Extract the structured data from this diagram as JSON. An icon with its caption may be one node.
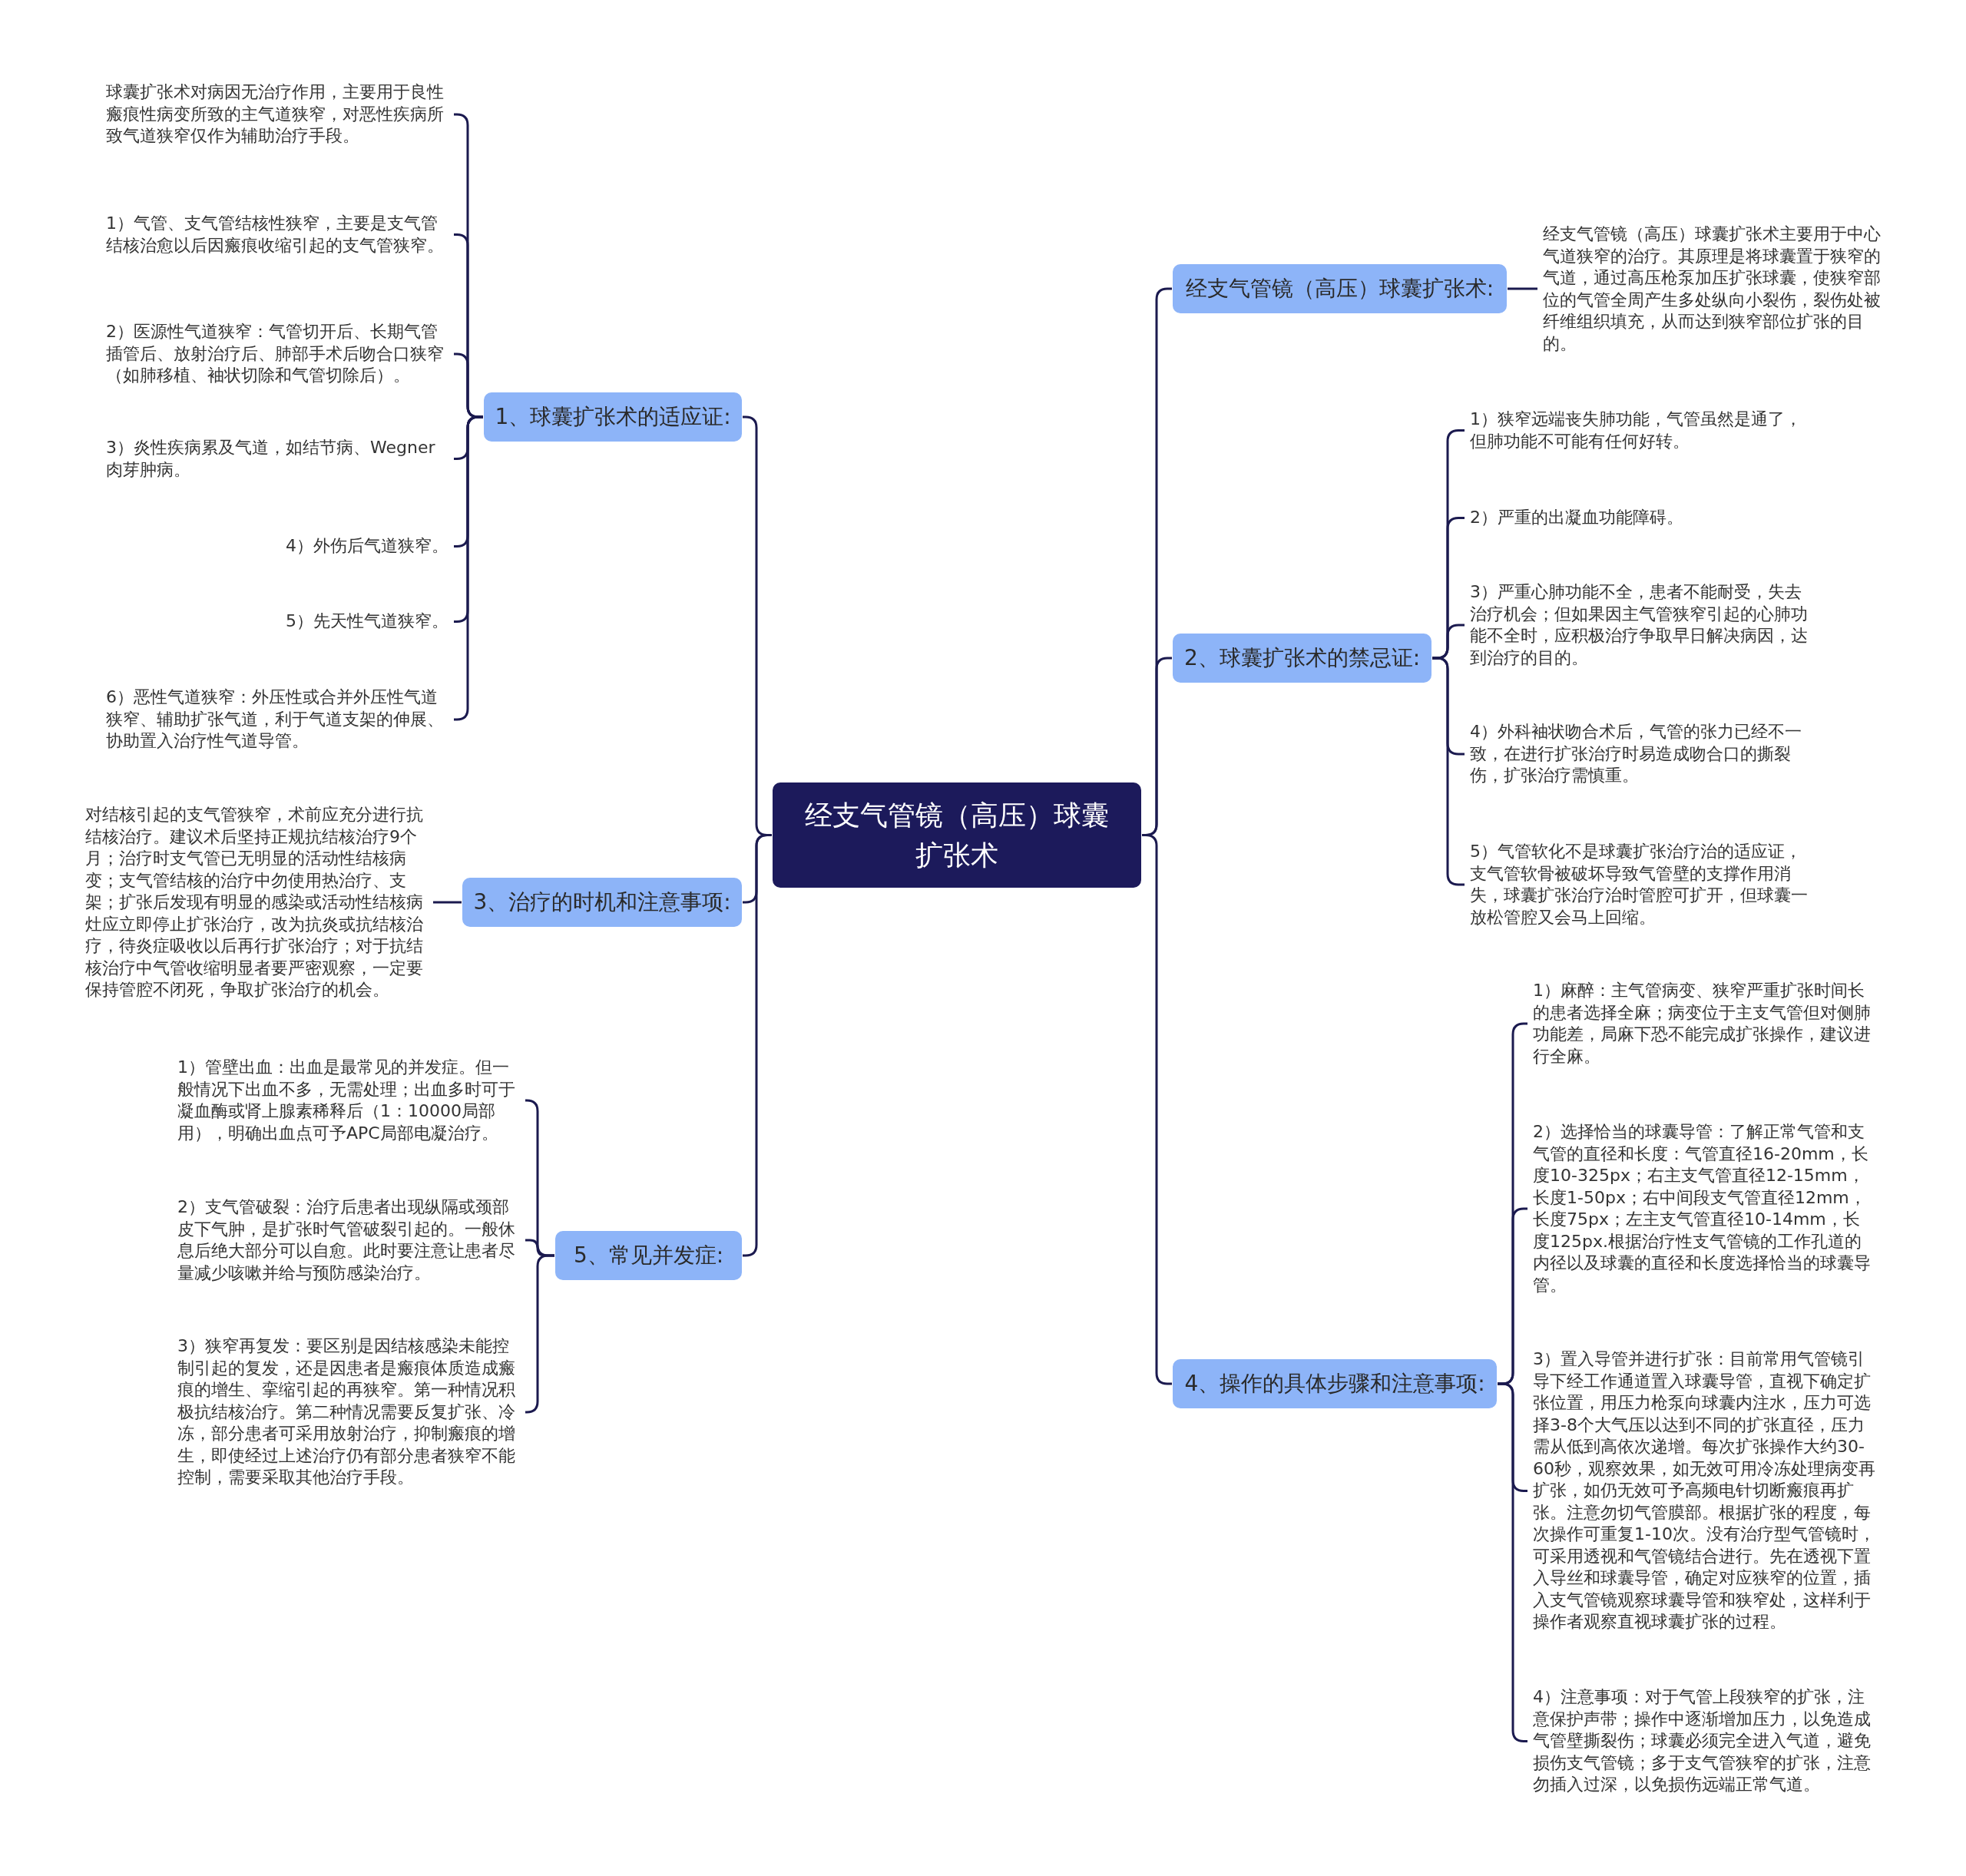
{
  "diagram": {
    "nodes": [
      {
        "text": [
          "经支气管镜（高压）球囊扩张术"
        ]
      },
      {
        "text": [
          "1、球囊扩张术的适应证:"
        ]
      },
      {
        "text": [
          "球囊扩张术对病因无治疗作用，主要用于良性瘢痕性病变所致的主气道狭窄，对恶性疾病所致气道狭窄仅作为辅助治疗手段。"
        ]
      },
      {
        "text": [
          "1）气管、支气管结核性狭窄，主要是支气管结核治愈以后因瘢痕收缩引起的支气管狭窄。"
        ]
      },
      {
        "text": [
          "2）医源性气道狭窄：气管切开后、长期气管插管后、放射治疗后、肺部手术后吻合口狭窄（如肺移植、袖状切除和气管切除后）。"
        ]
      },
      {
        "text": [
          "3）炎性疾病累及气道，如结节病、Wegner肉芽肿病。"
        ]
      },
      {
        "text": [
          "4）外伤后气道狭窄。"
        ]
      },
      {
        "text": [
          "5）先天性气道狭窄。"
        ]
      },
      {
        "text": [
          "6）恶性气道狭窄：外压性或合并外压性气道狭窄、辅助扩张气道，利于气道支架的伸展、协助置入治疗性气道导管。"
        ]
      },
      {
        "text": [
          "3、治疗的时机和注意事项:"
        ]
      },
      {
        "text": [
          "对结核引起的支气管狭窄，术前应充分进行抗结核治疗。建议术后坚持正规抗结核治疗9个月；治疗时支气管已无明显的活动性结核病变；支气管结核的治疗中勿使用热治疗、支架；扩张后发现有明显的感染或活动性结核病灶应立即停止扩张治疗，改为抗炎或抗结核治疗，待炎症吸收以后再行扩张治疗；对于抗结核治疗中气管收缩明显者要严密观察，一定要保持管腔不闭死，争取扩张治疗的机会。"
        ]
      },
      {
        "text": [
          "5、常见并发症:"
        ]
      },
      {
        "text": [
          "1）管壁出血：出血是最常见的并发症。但一般情况下出血不多，无需处理；出血多时可于凝血酶或肾上腺素稀释后（1：10000局部用），明确出血点可予APC局部电凝治疗。"
        ]
      },
      {
        "text": [
          "2）支气管破裂：治疗后患者出现纵隔或颈部皮下气肿，是扩张时气管破裂引起的。一般休息后绝大部分可以自愈。此时要注意让患者尽量减少咳嗽并给与预防感染治疗。"
        ]
      },
      {
        "text": [
          "3）狭窄再复发：要区别是因结核感染未能控制引起的复发，还是因患者是瘢痕体质造成瘢痕的增生、挛缩引起的再狭窄。第一种情况积极抗结核治疗。第二种情况需要反复扩张、冷冻，部分患者可采用放射治疗，抑制瘢痕的增生，即使经过上述治疗仍有部分患者狭窄不能控制，需要采取其他治疗手段。"
        ]
      },
      {
        "text": [
          "经支气管镜（高压）球囊扩张术:"
        ]
      },
      {
        "text": [
          "经支气管镜（高压）球囊扩张术主要用于中心气道狭窄的治疗。其原理是将球囊置于狭窄的气道，通过高压枪泵加压扩张球囊，使狭窄部位的气管全周产生多处纵向小裂伤，裂伤处被纤维组织填充，从而达到狭窄部位扩张的目的。"
        ]
      },
      {
        "text": [
          "2、球囊扩张术的禁忌证:"
        ]
      },
      {
        "text": [
          "1）狭窄远端丧失肺功能，气管虽然是通了，但肺功能不可能有任何好转。"
        ]
      },
      {
        "text": [
          "2）严重的出凝血功能障碍。"
        ]
      },
      {
        "text": [
          "3）严重心肺功能不全，患者不能耐受，失去治疗机会；但如果因主气管狭窄引起的心肺功能不全时，应积极治疗争取早日解决病因，达到治疗的目的。"
        ]
      },
      {
        "text": [
          "4）外科袖状吻合术后，气管的张力已经不一致，在进行扩张治疗时易造成吻合口的撕裂伤，扩张治疗需慎重。"
        ]
      },
      {
        "text": [
          "5）气管软化不是球囊扩张治疗治的适应证，支气管软骨被破坏导致气管壁的支撑作用消失，球囊扩张治疗治时管腔可扩开，但球囊一放松管腔又会马上回缩。"
        ]
      },
      {
        "text": [
          "4、操作的具体步骤和注意事项:"
        ]
      },
      {
        "text": [
          "1）麻醉：主气管病变、狭窄严重扩张时间长的患者选择全麻；病变位于主支气管但对侧肺功能差，局麻下恐不能完成扩张操作，建议进行全麻。"
        ]
      },
      {
        "text": [
          "2）选择恰当的球囊导管：了解正常气管和支气管的直径和长度：气管直径16-20mm，长度10-325px；右主支气管直径12-15mm，长度1-50px；右中间段支气管直径12mm，长度75px；左主支气管直径10-14mm，长度125px.根据治疗性支气管镜的工作孔道的内径以及球囊的直径和长度选择恰当的球囊导管。"
        ]
      },
      {
        "text": [
          "3）置入导管并进行扩张：目前常用气管镜引导下经工作通道置入球囊导管，直视下确定扩张位置，用压力枪泵向球囊内注水，压力可选择3-8个大气压以达到不同的扩张直径，压力需从低到高依次递增。每次扩张操作大约30-60秒，观察效果，如无效可用冷冻处理病变再扩张，如仍无效可予高频电针切断瘢痕再扩张。注意勿切气管膜部。根据扩张的程度，每次操作可重复1-10次。没有治疗型气管镜时，可采用透视和气管镜结合进行。先在透视下置入导丝和球囊导管，确定对应狭窄的位置，插入支气管镜观察球囊导管和狭窄处，这样利于操作者观察直视球囊扩张的过程。"
        ]
      },
      {
        "text": [
          "4）注意事项：对于气管上段狭窄的扩张，注意保护声带；操作中逐渐增加压力，以免造成气管壁撕裂伤；球囊必须完全进入气道，避免损伤支气管镜；多于支气管狭窄的扩张，注意勿插入过深，以免损伤远端正常气道。"
        ]
      }
    ],
    "edges": [
      {
        "from": 0,
        "to": 1,
        "arrow": "none"
      },
      {
        "from": 1,
        "to": 2,
        "arrow": "none"
      },
      {
        "from": 1,
        "to": 3,
        "arrow": "none"
      },
      {
        "from": 1,
        "to": 4,
        "arrow": "none"
      },
      {
        "from": 1,
        "to": 5,
        "arrow": "none"
      },
      {
        "from": 1,
        "to": 6,
        "arrow": "none"
      },
      {
        "from": 1,
        "to": 7,
        "arrow": "none"
      },
      {
        "from": 1,
        "to": 8,
        "arrow": "none"
      },
      {
        "from": 0,
        "to": 9,
        "arrow": "none"
      },
      {
        "from": 9,
        "to": 10,
        "arrow": "none"
      },
      {
        "from": 0,
        "to": 11,
        "arrow": "none"
      },
      {
        "from": 11,
        "to": 12,
        "arrow": "none"
      },
      {
        "from": 11,
        "to": 13,
        "arrow": "none"
      },
      {
        "from": 11,
        "to": 14,
        "arrow": "none"
      },
      {
        "from": 0,
        "to": 15,
        "arrow": "none"
      },
      {
        "from": 15,
        "to": 16,
        "arrow": "none"
      },
      {
        "from": 0,
        "to": 17,
        "arrow": "none"
      },
      {
        "from": 17,
        "to": 18,
        "arrow": "none"
      },
      {
        "from": 17,
        "to": 19,
        "arrow": "none"
      },
      {
        "from": 17,
        "to": 20,
        "arrow": "none"
      },
      {
        "from": 17,
        "to": 21,
        "arrow": "none"
      },
      {
        "from": 17,
        "to": 22,
        "arrow": "none"
      },
      {
        "from": 0,
        "to": 23,
        "arrow": "none"
      },
      {
        "from": 23,
        "to": 24,
        "arrow": "none"
      },
      {
        "from": 23,
        "to": 25,
        "arrow": "none"
      },
      {
        "from": 23,
        "to": 26,
        "arrow": "none"
      },
      {
        "from": 23,
        "to": 27,
        "arrow": "none"
      }
    ]
  }
}
